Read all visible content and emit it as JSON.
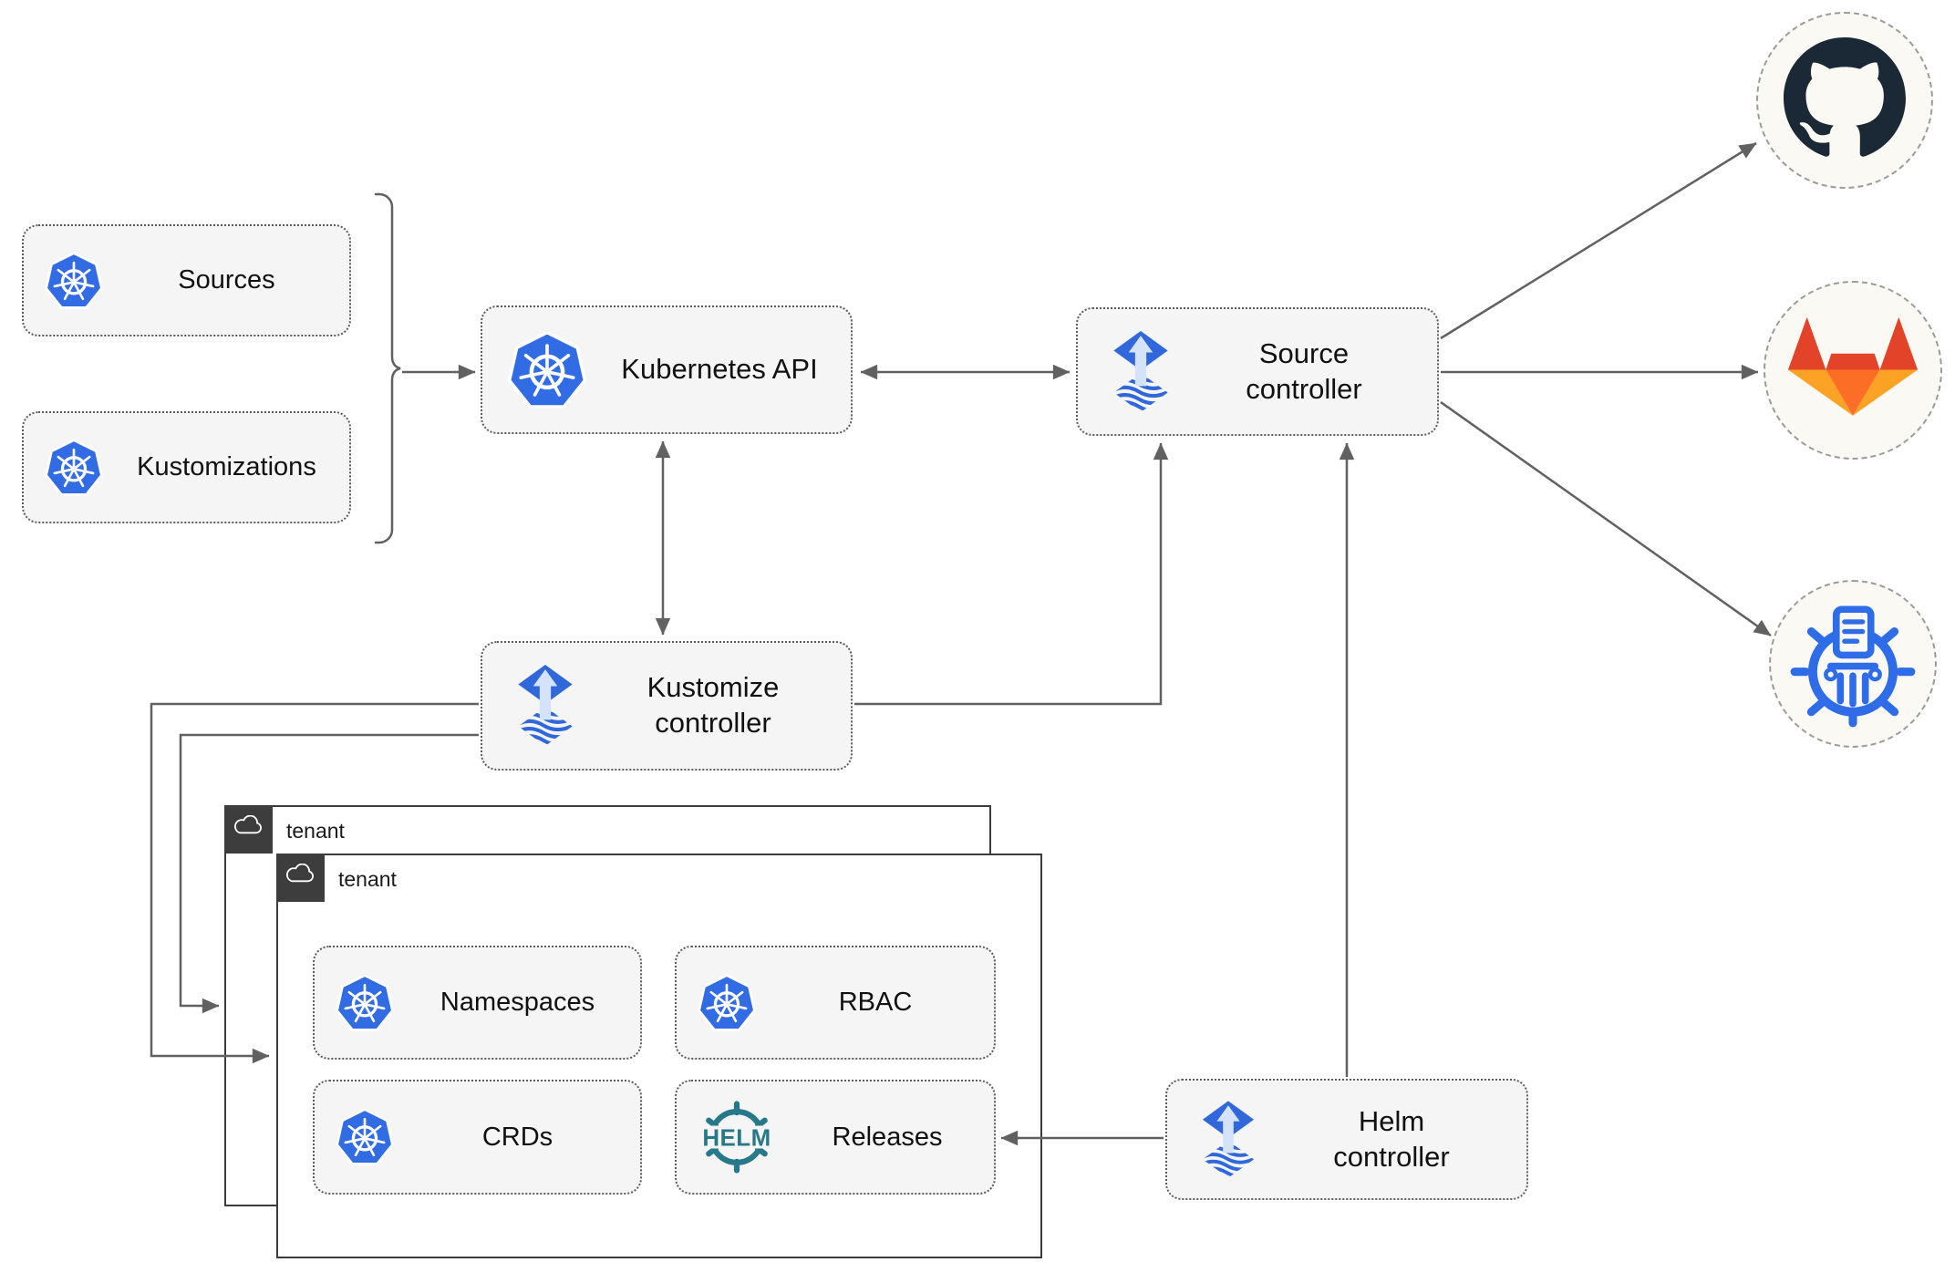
{
  "diagram_type": "flux-gitops-architecture",
  "nodes": {
    "sources": {
      "label": "Sources"
    },
    "kustomizations": {
      "label": "Kustomizations"
    },
    "kubernetes_api": {
      "label": "Kubernetes API"
    },
    "source_controller": {
      "line1": "Source",
      "line2": "controller"
    },
    "kustomize_controller": {
      "line1": "Kustomize",
      "line2": "controller"
    },
    "helm_controller": {
      "line1": "Helm",
      "line2": "controller"
    },
    "namespaces": {
      "label": "Namespaces"
    },
    "rbac": {
      "label": "RBAC"
    },
    "crds": {
      "label": "CRDs"
    },
    "releases": {
      "label": "Releases"
    }
  },
  "groups": {
    "outer_tenant": {
      "label": "tenant"
    },
    "inner_tenant": {
      "label": "tenant"
    }
  },
  "logos": {
    "helm_text": "HELM",
    "github": "github-octocat-mark",
    "gitlab": "gitlab-fox-mark",
    "chartmuseum": "chartmuseum-wheel-mark",
    "kubernetes": "kubernetes-wheel-mark",
    "flux": "flux-diamond-mark",
    "cloud_tab": "cloud-outline-mark"
  },
  "colors": {
    "kubernetes_blue": "#326ce5",
    "flux_blue": "#3068dc",
    "flux_arrow_light": "#d4e2fa",
    "helm_teal": "#27798a",
    "github_dark": "#1b2836",
    "gitlab_red_orange": "#e24329",
    "gitlab_orange": "#fc6d26",
    "gitlab_amber": "#fca326",
    "chartmuseum_blue": "#2f6de8",
    "connector_gray": "#616161",
    "node_fill": "#f5f5f5",
    "tenant_tab_dark": "#3d3d3d"
  }
}
